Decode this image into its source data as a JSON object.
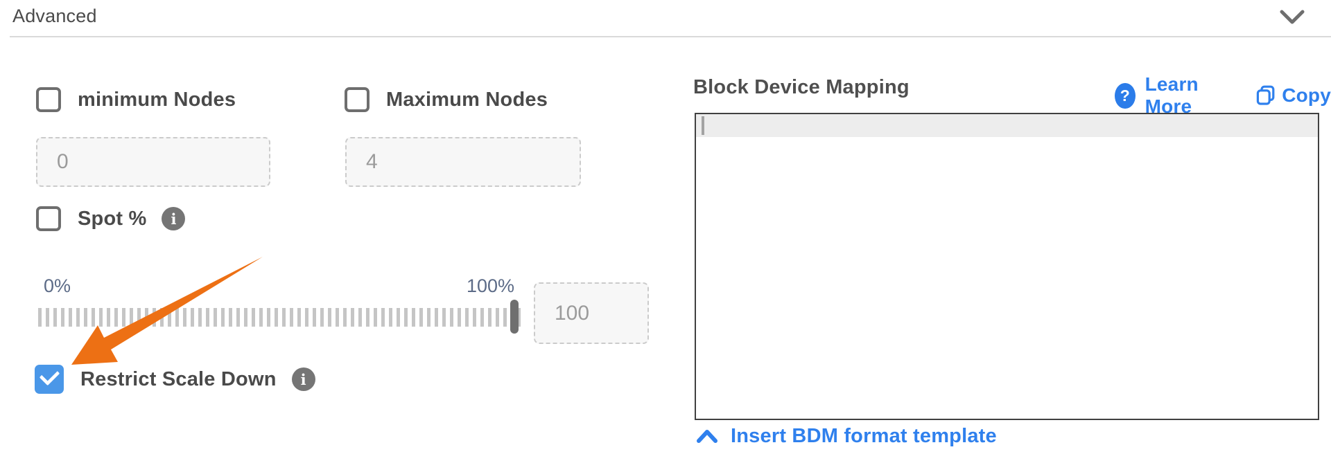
{
  "header": {
    "title": "Advanced"
  },
  "left": {
    "min_nodes": {
      "label": "minimum Nodes",
      "value": "0",
      "checked": false
    },
    "max_nodes": {
      "label": "Maximum Nodes",
      "value": "4",
      "checked": false
    },
    "spot": {
      "label": "Spot %",
      "checked": false,
      "info_glyph": "i"
    },
    "slider": {
      "min_label": "0%",
      "max_label": "100%",
      "value": "100",
      "percent": 100
    },
    "restrict": {
      "label": "Restrict Scale Down",
      "checked": true,
      "info_glyph": "i"
    }
  },
  "right": {
    "title": "Block Device Mapping",
    "learn_more_label": "Learn More",
    "learn_more_glyph": "?",
    "copy_label": "Copy",
    "editor_value": "",
    "insert_label": "Insert BDM format template"
  },
  "icons": {
    "header_chevron": "chevron-down",
    "insert_chevron": "chevron-up"
  },
  "colors": {
    "link_blue": "#2f80ed",
    "question_blue": "#2b7ce9",
    "checkbox_checked_blue": "#4a97e8",
    "arrow_orange": "#ed7014",
    "slider_label_slate": "#5c6b87",
    "label_gray": "#4a4a4a",
    "input_placeholder_gray": "#9b9b9b"
  }
}
